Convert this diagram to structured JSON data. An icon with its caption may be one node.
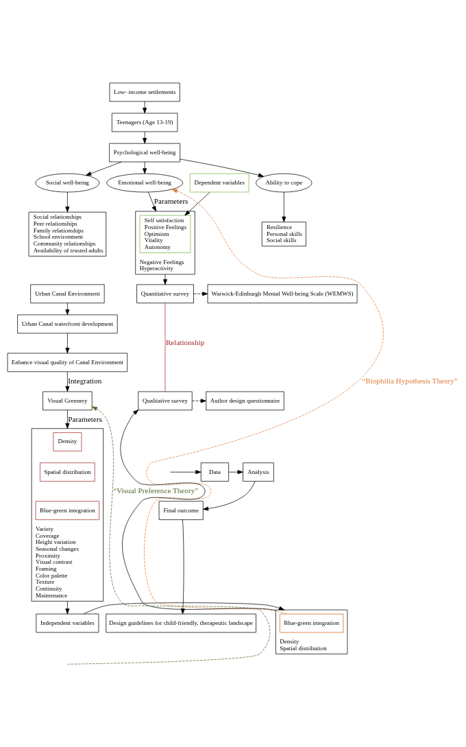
{
  "diagram": {
    "nodes": [
      {
        "text": [
          "Low- income settlements"
        ]
      },
      {
        "text": [
          "Teenagers (Age 13-19)"
        ]
      },
      {
        "text": [
          "Psychological well-being"
        ]
      },
      {
        "text": [
          "Social well-being"
        ]
      },
      {
        "text": [
          "Emotional well-being"
        ]
      },
      {
        "text": [
          "Ability to cope"
        ]
      },
      {
        "text": [
          "Social relationships",
          "Peer relationships",
          "Family relationships",
          "School environment",
          "Community relationships",
          "Availability of trusted adults"
        ]
      },
      {
        "text": [
          "Negative Feelings",
          "Hyperactivity"
        ]
      },
      {
        "text": [
          "Self satisfaction",
          "Positive Feelings",
          "Optimism",
          "Vitality",
          "Autonomy"
        ],
        "in": 7
      },
      {
        "text": [
          "Resilience",
          "Personal skills",
          "Social skills"
        ]
      },
      {
        "text": [
          "Dependent variables"
        ]
      },
      {
        "text": [
          "Urban Canal Environment"
        ]
      },
      {
        "text": [
          "Urban Canal waterfront development"
        ]
      },
      {
        "text": [
          "Enhance visual quality of Canal Environment"
        ]
      },
      {
        "text": [
          "Visual Greenery"
        ]
      },
      {
        "text": [
          "Variety",
          "Coverage",
          "Height variation",
          "Seasonal changes",
          "Proximity",
          "Visual contrast",
          "Framing",
          "Color palette",
          "Texture",
          "Continuity",
          "Maintenance"
        ]
      },
      {
        "text": [
          "Density"
        ],
        "in": 15
      },
      {
        "text": [
          "Spatial distribution"
        ],
        "in": 15
      },
      {
        "text": [
          "Blue-green integration"
        ],
        "in": 15
      },
      {
        "text": [
          "Quantitative survey"
        ]
      },
      {
        "text": [
          "Warwick-Edinburgh Mental Well-being Scale (WEMWS)"
        ]
      },
      {
        "text": [
          "Data"
        ]
      },
      {
        "text": [
          "Analysis"
        ]
      },
      {
        "text": [
          "Final outcome"
        ]
      },
      {
        "text": [
          "Qualitative survey"
        ]
      },
      {
        "text": [
          "Author design questionnaire"
        ]
      },
      {
        "text": [
          "Design guidelines for child-friendly, therapeutic landscape"
        ]
      },
      {
        "text": [
          "Independent variables"
        ]
      },
      {
        "text": [
          "Density",
          "Spatial distribution"
        ]
      },
      {
        "text": [
          "Blue-green integration"
        ],
        "in": 28
      }
    ],
    "edges": [
      {
        "from": 0,
        "to": 1,
        "arrow": "to"
      },
      {
        "from": 1,
        "to": 2,
        "arrow": "to"
      },
      {
        "from": 2,
        "to": 3,
        "arrow": "to"
      },
      {
        "from": 2,
        "to": 4,
        "arrow": "to"
      },
      {
        "from": 2,
        "to": 5,
        "arrow": "to"
      },
      {
        "from": 3,
        "to": 6,
        "arrow": "to"
      },
      {
        "from": 4,
        "to": 7,
        "arrow": "to",
        "label": "Parameters"
      },
      {
        "from": 5,
        "to": 9,
        "arrow": "to"
      },
      {
        "from": 10,
        "to": 8,
        "arrow": "to"
      },
      {
        "from": 29,
        "to": 4,
        "arrow": "to",
        "style": "dashed",
        "color": "#e07b39",
        "label": "“Biophilia Hypothesis Theory”"
      },
      {
        "from": 7,
        "to": 19,
        "arrow": "to"
      },
      {
        "from": 19,
        "to": 20,
        "arrow": "to",
        "style": "dashed"
      },
      {
        "from": 11,
        "to": 12,
        "arrow": "to"
      },
      {
        "from": 12,
        "to": 13,
        "arrow": "to"
      },
      {
        "from": 19,
        "to": 24,
        "arrow": "none",
        "color": "#a52a2a",
        "label": "Relationship"
      },
      {
        "from": null,
        "to": 21,
        "arrow": "to"
      },
      {
        "from": 21,
        "to": 22,
        "arrow": "to"
      },
      {
        "from": 22,
        "to": 23,
        "arrow": "to"
      },
      {
        "from": 13,
        "to": 14,
        "arrow": "to",
        "label": "Integration"
      },
      {
        "from": null,
        "to": 14,
        "arrow": "to",
        "style": "dashed",
        "color": "#556b2f",
        "label": "“Visual Preference Theory”"
      },
      {
        "from": 24,
        "to": 25,
        "arrow": "to",
        "style": "dashed"
      },
      {
        "from": 14,
        "to": 15,
        "arrow": "to",
        "label": "Parameters"
      },
      {
        "from": 23,
        "to": 26,
        "arrow": "to"
      },
      {
        "from": 15,
        "to": 27,
        "arrow": "to"
      },
      {
        "from": 27,
        "to": 28,
        "arrow": "to"
      },
      {
        "from": 28,
        "to": 24,
        "arrow": "to"
      }
    ]
  }
}
